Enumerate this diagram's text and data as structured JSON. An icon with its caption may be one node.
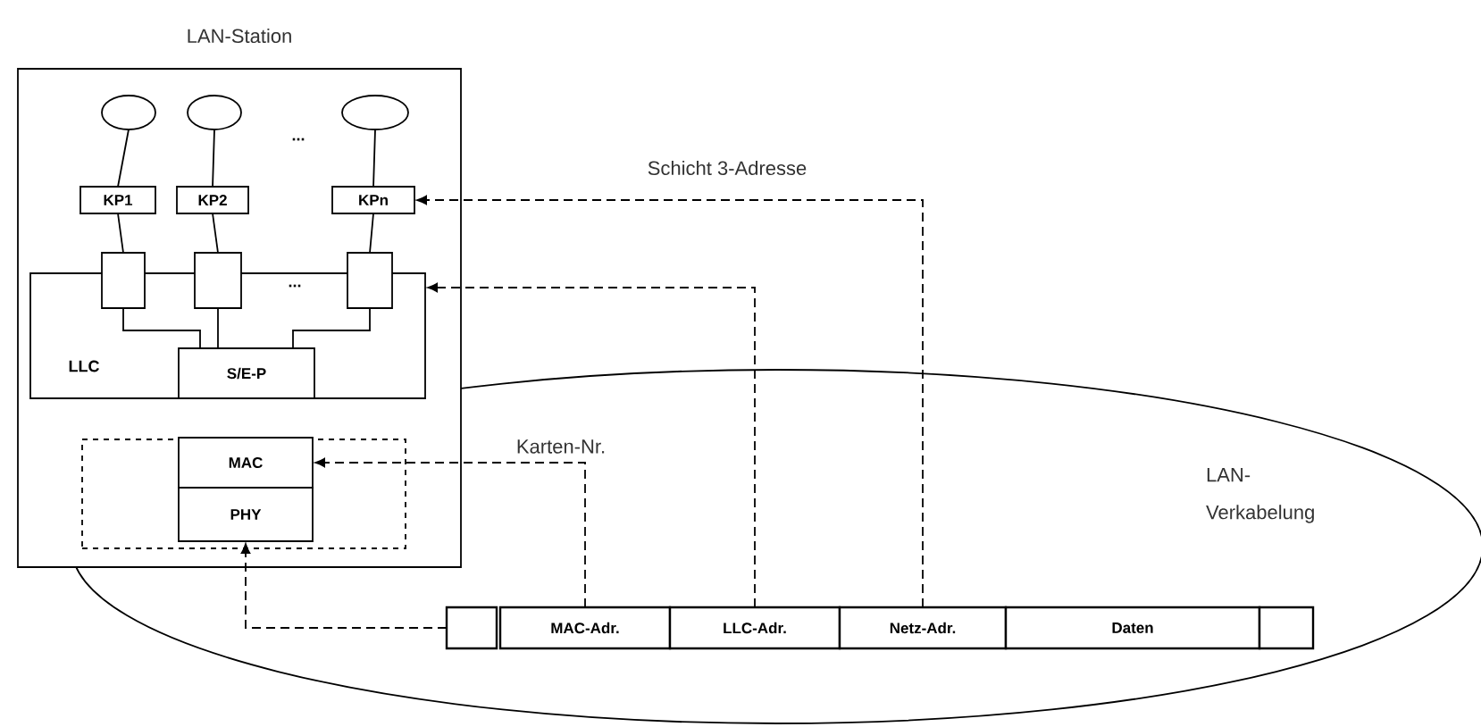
{
  "diagram": {
    "nodes": [
      {
        "text": [
          "LAN-Station"
        ]
      },
      {
        "text": [],
        "shape": "ellipse",
        "in": 0
      },
      {
        "text": [],
        "shape": "ellipse",
        "in": 0
      },
      {
        "text": [],
        "shape": "ellipse",
        "in": 0
      },
      {
        "text": [
          "KP1"
        ],
        "in": 0
      },
      {
        "text": [
          "KP2"
        ],
        "in": 0
      },
      {
        "text": [
          "KPn"
        ],
        "in": 0
      },
      {
        "text": [
          "LLC"
        ],
        "in": 0
      },
      {
        "text": [],
        "shape": "box",
        "in": 0
      },
      {
        "text": [],
        "shape": "box",
        "in": 0
      },
      {
        "text": [],
        "shape": "box",
        "in": 0
      },
      {
        "text": [
          "S/E-P"
        ],
        "in": 7
      },
      {
        "text": [],
        "shape": "box"
      },
      {
        "text": [
          "MAC"
        ],
        "in": 12
      },
      {
        "text": [
          "PHY"
        ],
        "in": 12
      },
      {
        "text": [
          "LAN- Verkabelung"
        ]
      },
      {
        "text": [],
        "shape": "box",
        "in": 15
      },
      {
        "text": [
          "MAC-Adr."
        ],
        "in": 15
      },
      {
        "text": [
          "LLC-Adr."
        ],
        "in": 15
      },
      {
        "text": [
          "Netz-Adr."
        ],
        "in": 15
      },
      {
        "text": [
          "Daten"
        ],
        "in": 15
      },
      {
        "text": [],
        "shape": "box",
        "in": 15
      }
    ],
    "edges": [
      {
        "from": 1,
        "to": 4,
        "arrow": "none"
      },
      {
        "from": 2,
        "to": 5,
        "arrow": "none"
      },
      {
        "from": 3,
        "to": 6,
        "arrow": "none"
      },
      {
        "from": 4,
        "to": 8,
        "arrow": "none"
      },
      {
        "from": 5,
        "to": 9,
        "arrow": "none"
      },
      {
        "from": 6,
        "to": 10,
        "arrow": "none"
      },
      {
        "from": 8,
        "to": 11,
        "arrow": "none"
      },
      {
        "from": 9,
        "to": 11,
        "arrow": "none"
      },
      {
        "from": 10,
        "to": 11,
        "arrow": "none"
      },
      {
        "from": 19,
        "to": 6,
        "arrow": "to",
        "style": "dashed",
        "label": "Schicht 3-Adresse"
      },
      {
        "from": 18,
        "to": 7,
        "arrow": "to",
        "style": "dashed"
      },
      {
        "from": 17,
        "to": 13,
        "arrow": "to",
        "style": "dashed",
        "label": "Karten-Nr."
      },
      {
        "from": 16,
        "to": 14,
        "arrow": "to",
        "style": "dashed"
      }
    ],
    "labels": [
      "...",
      "..."
    ]
  }
}
